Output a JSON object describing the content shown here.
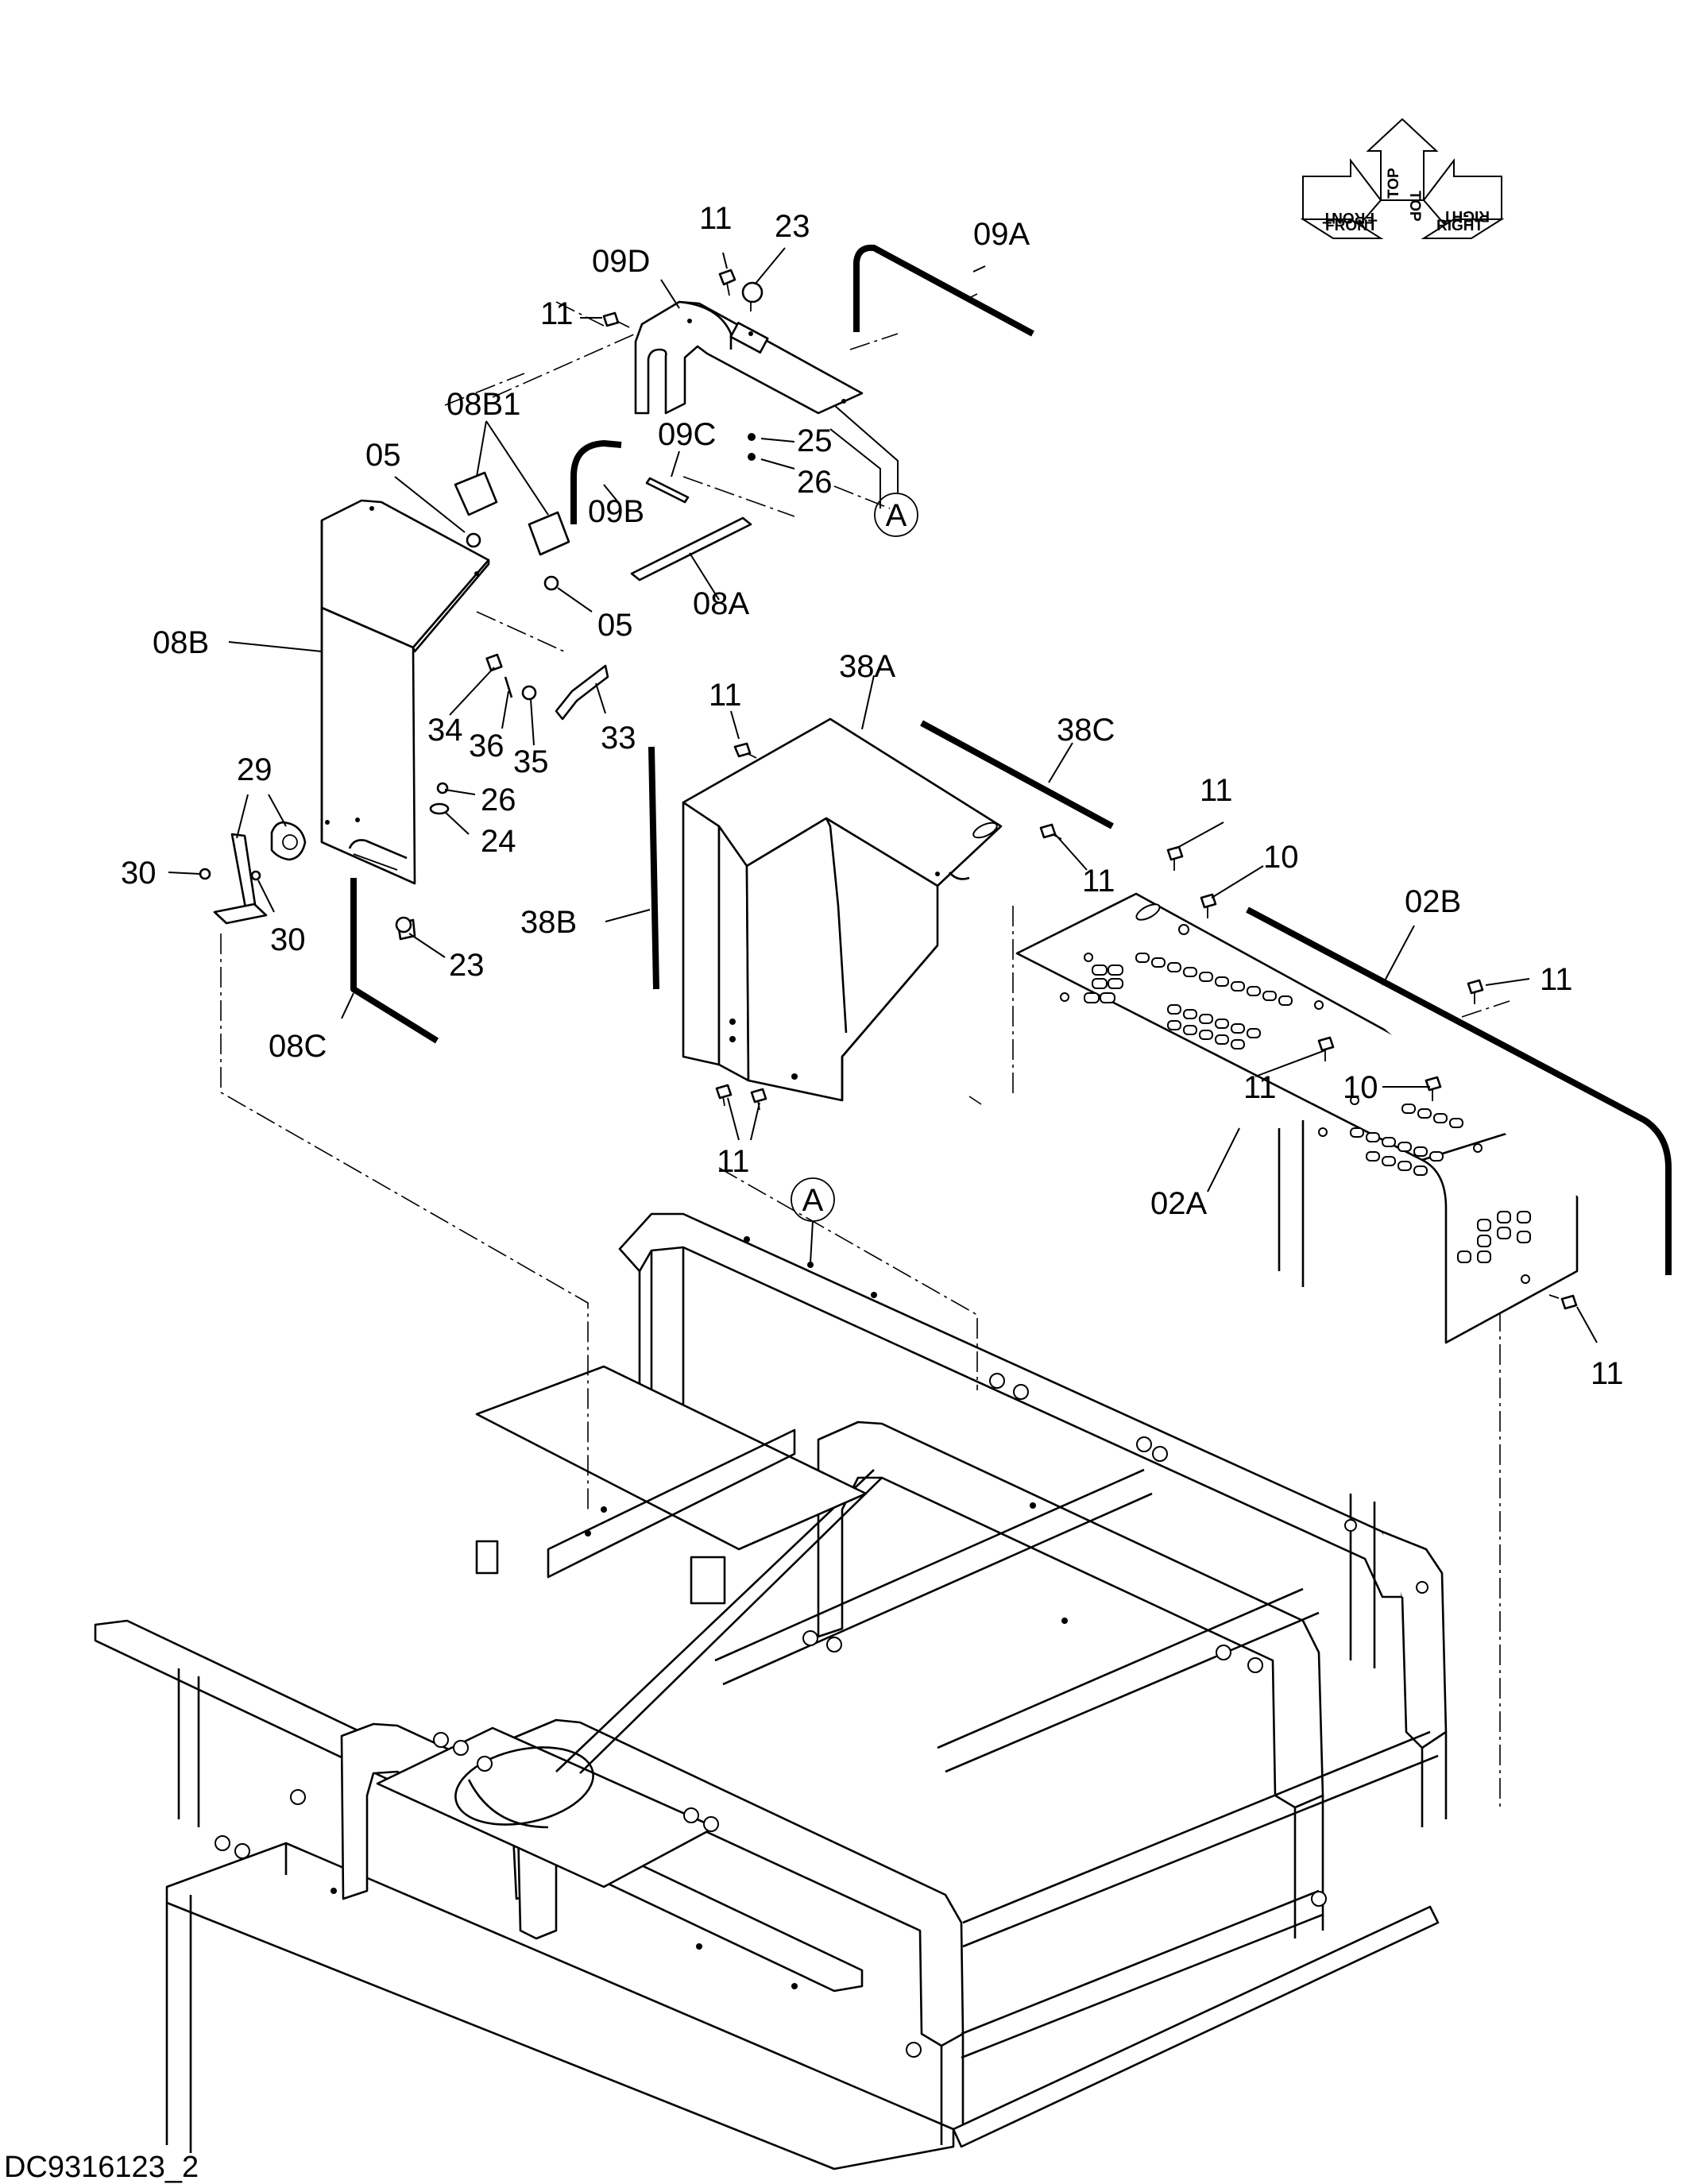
{
  "drawing_id": "DC9316123_2",
  "orientation_marker": {
    "front": "FRONT",
    "top": "TOP",
    "right": "RIGHT",
    "mirror_front": "FRONT",
    "mirror_top": "TOP",
    "mirror_right": "RIGHT"
  },
  "callouts": {
    "ref_top": "A",
    "ref_frame": "A",
    "p_11_a": "11",
    "p_23_a": "23",
    "p_09d": "09D",
    "p_09a": "09A",
    "p_11_b": "11",
    "p_08b1": "08B1",
    "p_05_a": "05",
    "p_09c": "09C",
    "p_25": "25",
    "p_26_a": "26",
    "p_09b": "09B",
    "p_08a": "08A",
    "p_05_b": "05",
    "p_08b": "08B",
    "p_34": "34",
    "p_36": "36",
    "p_35": "35",
    "p_33": "33",
    "p_29": "29",
    "p_26_b": "26",
    "p_24": "24",
    "p_30_a": "30",
    "p_30_b": "30",
    "p_23_b": "23",
    "p_08c": "08C",
    "p_11_c": "11",
    "p_38a": "38A",
    "p_38c": "38C",
    "p_11_d": "11",
    "p_38b": "38B",
    "p_11_e": "11",
    "p_11_f": "11",
    "p_10_a": "10",
    "p_02b": "02B",
    "p_11_g": "11",
    "p_11_h": "11",
    "p_10_b": "10",
    "p_02a": "02A",
    "p_11_i": "11"
  }
}
